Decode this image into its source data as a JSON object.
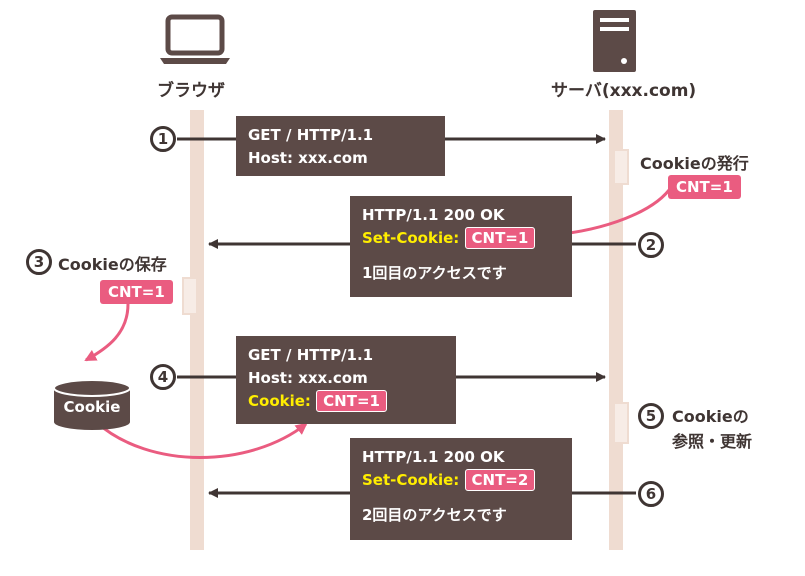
{
  "actors": {
    "browser": {
      "label": "ブラウザ",
      "icon": "laptop-icon"
    },
    "server": {
      "label": "サーバ(xxx.com)",
      "icon": "server-icon"
    }
  },
  "messages": [
    {
      "step": "1",
      "lines": [
        "GET / HTTP/1.1",
        "Host: xxx.com"
      ]
    },
    {
      "step": "2",
      "line1": "HTTP/1.1 200 OK",
      "header_label": "Set-Cookie:",
      "cookie": "CNT=1",
      "line3": "1回目のアクセスです"
    },
    {
      "step": "4",
      "lines": [
        "GET / HTTP/1.1",
        "Host: xxx.com"
      ],
      "header_label": "Cookie:",
      "cookie": "CNT=1"
    },
    {
      "step": "6",
      "line1": "HTTP/1.1 200 OK",
      "header_label": "Set-Cookie:",
      "cookie": "CNT=2",
      "line3": "2回目のアクセスです"
    }
  ],
  "annotations": {
    "issue": {
      "label": "Cookieの発行",
      "cookie": "CNT=1"
    },
    "save": {
      "step": "3",
      "label": "Cookieの保存",
      "cookie": "CNT=1"
    },
    "update": {
      "step": "5",
      "line1": "Cookieの",
      "line2": "参照・更新"
    }
  },
  "cookie_store": {
    "label": "Cookie"
  },
  "colors": {
    "dark": "#5c4a47",
    "pink": "#ea5c80",
    "yellow": "#ffee00",
    "lifeline": "#efdcd1",
    "stroke": "#3f3533"
  }
}
